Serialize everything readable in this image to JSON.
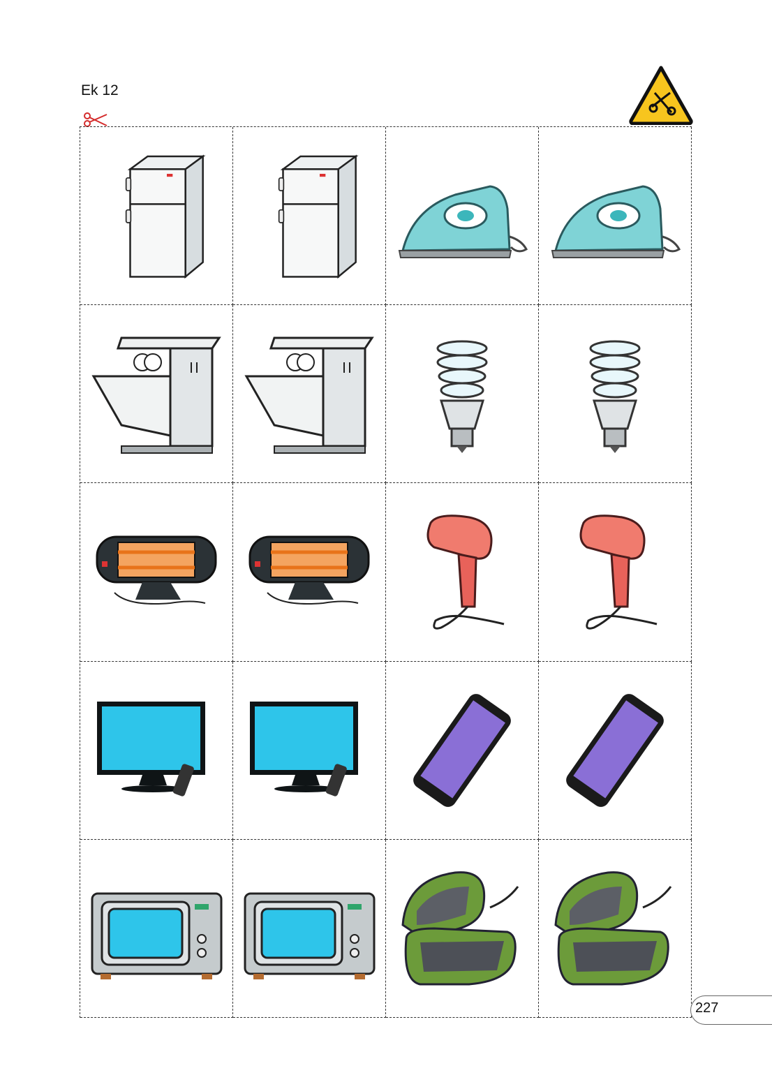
{
  "header": {
    "title": "Ek 12",
    "icon": "scissors-warning-icon"
  },
  "cards": [
    {
      "item": "refrigerator"
    },
    {
      "item": "refrigerator"
    },
    {
      "item": "iron"
    },
    {
      "item": "iron"
    },
    {
      "item": "dishwasher"
    },
    {
      "item": "dishwasher"
    },
    {
      "item": "light-bulb"
    },
    {
      "item": "light-bulb"
    },
    {
      "item": "heater"
    },
    {
      "item": "heater"
    },
    {
      "item": "hair-dryer"
    },
    {
      "item": "hair-dryer"
    },
    {
      "item": "television"
    },
    {
      "item": "television"
    },
    {
      "item": "smartphone"
    },
    {
      "item": "smartphone"
    },
    {
      "item": "microwave"
    },
    {
      "item": "microwave"
    },
    {
      "item": "sandwich-maker"
    },
    {
      "item": "sandwich-maker"
    }
  ],
  "footer": {
    "page_number": "227"
  }
}
